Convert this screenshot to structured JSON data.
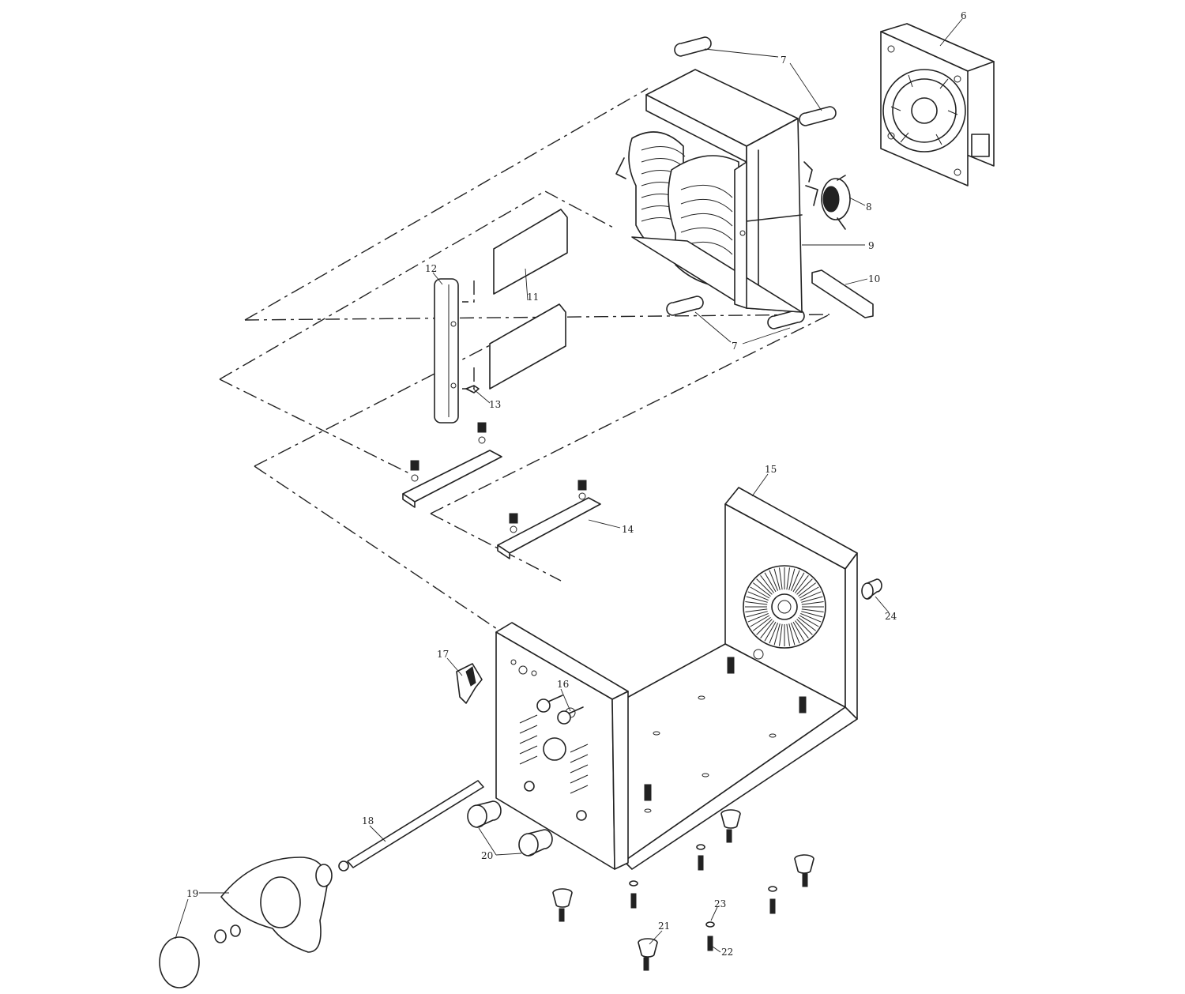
{
  "diagram": {
    "callouts": {
      "c6": "6",
      "c7_top": "7",
      "c7_bottom": "7",
      "c8": "8",
      "c9": "9",
      "c10": "10",
      "c11": "11",
      "c12": "12",
      "c13": "13",
      "c14": "14",
      "c15": "15",
      "c16": "16",
      "c17": "17",
      "c18": "18",
      "c19": "19",
      "c20": "20",
      "c21": "21",
      "c22": "22",
      "c23": "23",
      "c24": "24"
    },
    "colors": {
      "line": "#222222",
      "background": "#ffffff",
      "shade": "#e9e9e9"
    }
  }
}
